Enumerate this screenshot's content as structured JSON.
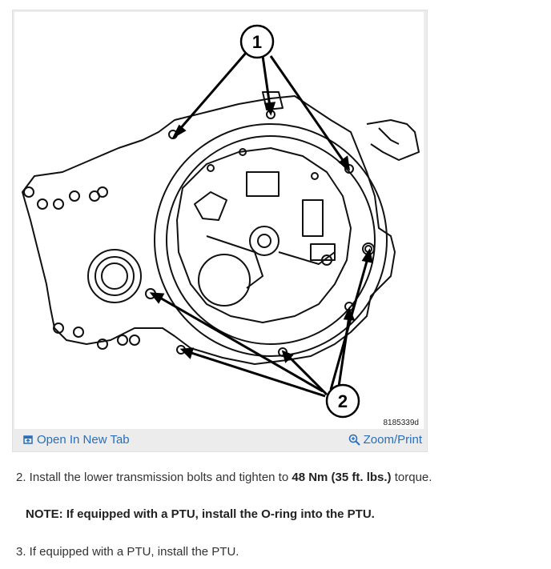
{
  "figure": {
    "id_label": "8185339d",
    "callouts": [
      "1",
      "2"
    ],
    "open_tab_label": "Open In New Tab",
    "zoom_label": "Zoom/Print",
    "open_icon": "open-new-tab-icon",
    "zoom_icon": "magnifier-icon"
  },
  "steps": [
    {
      "number": "2.",
      "text_before": " Install the lower transmission bolts and tighten to ",
      "bold": "48 Nm (35 ft. lbs.)",
      "text_after": " torque."
    },
    {
      "number": "3.",
      "text": " If equipped with a PTU, install the PTU."
    }
  ],
  "note": "NOTE: If equipped with a PTU, install the O-ring into the PTU.",
  "colors": {
    "link": "#2a6ebb",
    "frame": "#ececec"
  }
}
